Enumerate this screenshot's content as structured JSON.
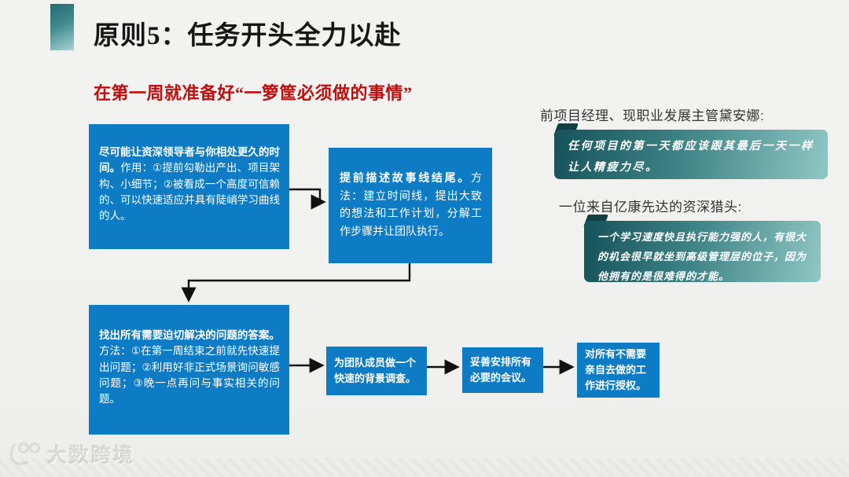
{
  "slide": {
    "title": "原则5：任务开头全力以赴",
    "subtitle": "在第一周就准备好“一箩筐必须做的事情”",
    "flow": {
      "box1": {
        "lead": "尽可能让资深领导者与你相处更久的时间。",
        "body": "作用：①提前勾勒出产出、项目架构、小细节；②被看成一个高度可信赖的、可以快速适应并具有陡峭学习曲线的人。"
      },
      "box2": {
        "lead": "提前描述故事线结尾。",
        "body": "方法：建立时间线，提出大致的想法和工作计划，分解工作步骤并让团队执行。"
      },
      "box3": {
        "lead": "找出所有需要迫切解决的问题的答案。",
        "body": "方法：①在第一周结束之前就先快速提出问题；②利用好非正式场景询问敏感问题；③晚一点再问与事实相关的问题。"
      },
      "box4": {
        "text": "为团队成员做一个快速的背景调查。"
      },
      "box5": {
        "text": "妥善安排所有必要的会议。"
      },
      "box6": {
        "text": "对所有不需要亲自去做的工作进行授权。"
      }
    },
    "quotes": [
      {
        "speaker": "前项目经理、现职业发展主管黛安娜:",
        "text": "任何项目的第一天都应该跟其最后一天一样让人精疲力尽。"
      },
      {
        "speaker": "一位来自亿康先达的资深猎头:",
        "text": "一个学习速度快且执行能力强的人，有很大的机会很早就坐到高级管理层的位子，因为他拥有的是很难得的才能。"
      }
    ],
    "watermark": {
      "logo": "100",
      "text": "大数跨境"
    },
    "colors": {
      "box_blue": "#0e7cc4",
      "accent_dark": "#256b72",
      "accent_light": "#a8d2d1",
      "bubble_dark": "#15525a",
      "bubble_light": "#8fc7c3",
      "subtitle_red": "#c20d0d",
      "arrow_black": "#111111",
      "background": "#f1f1ef"
    }
  }
}
